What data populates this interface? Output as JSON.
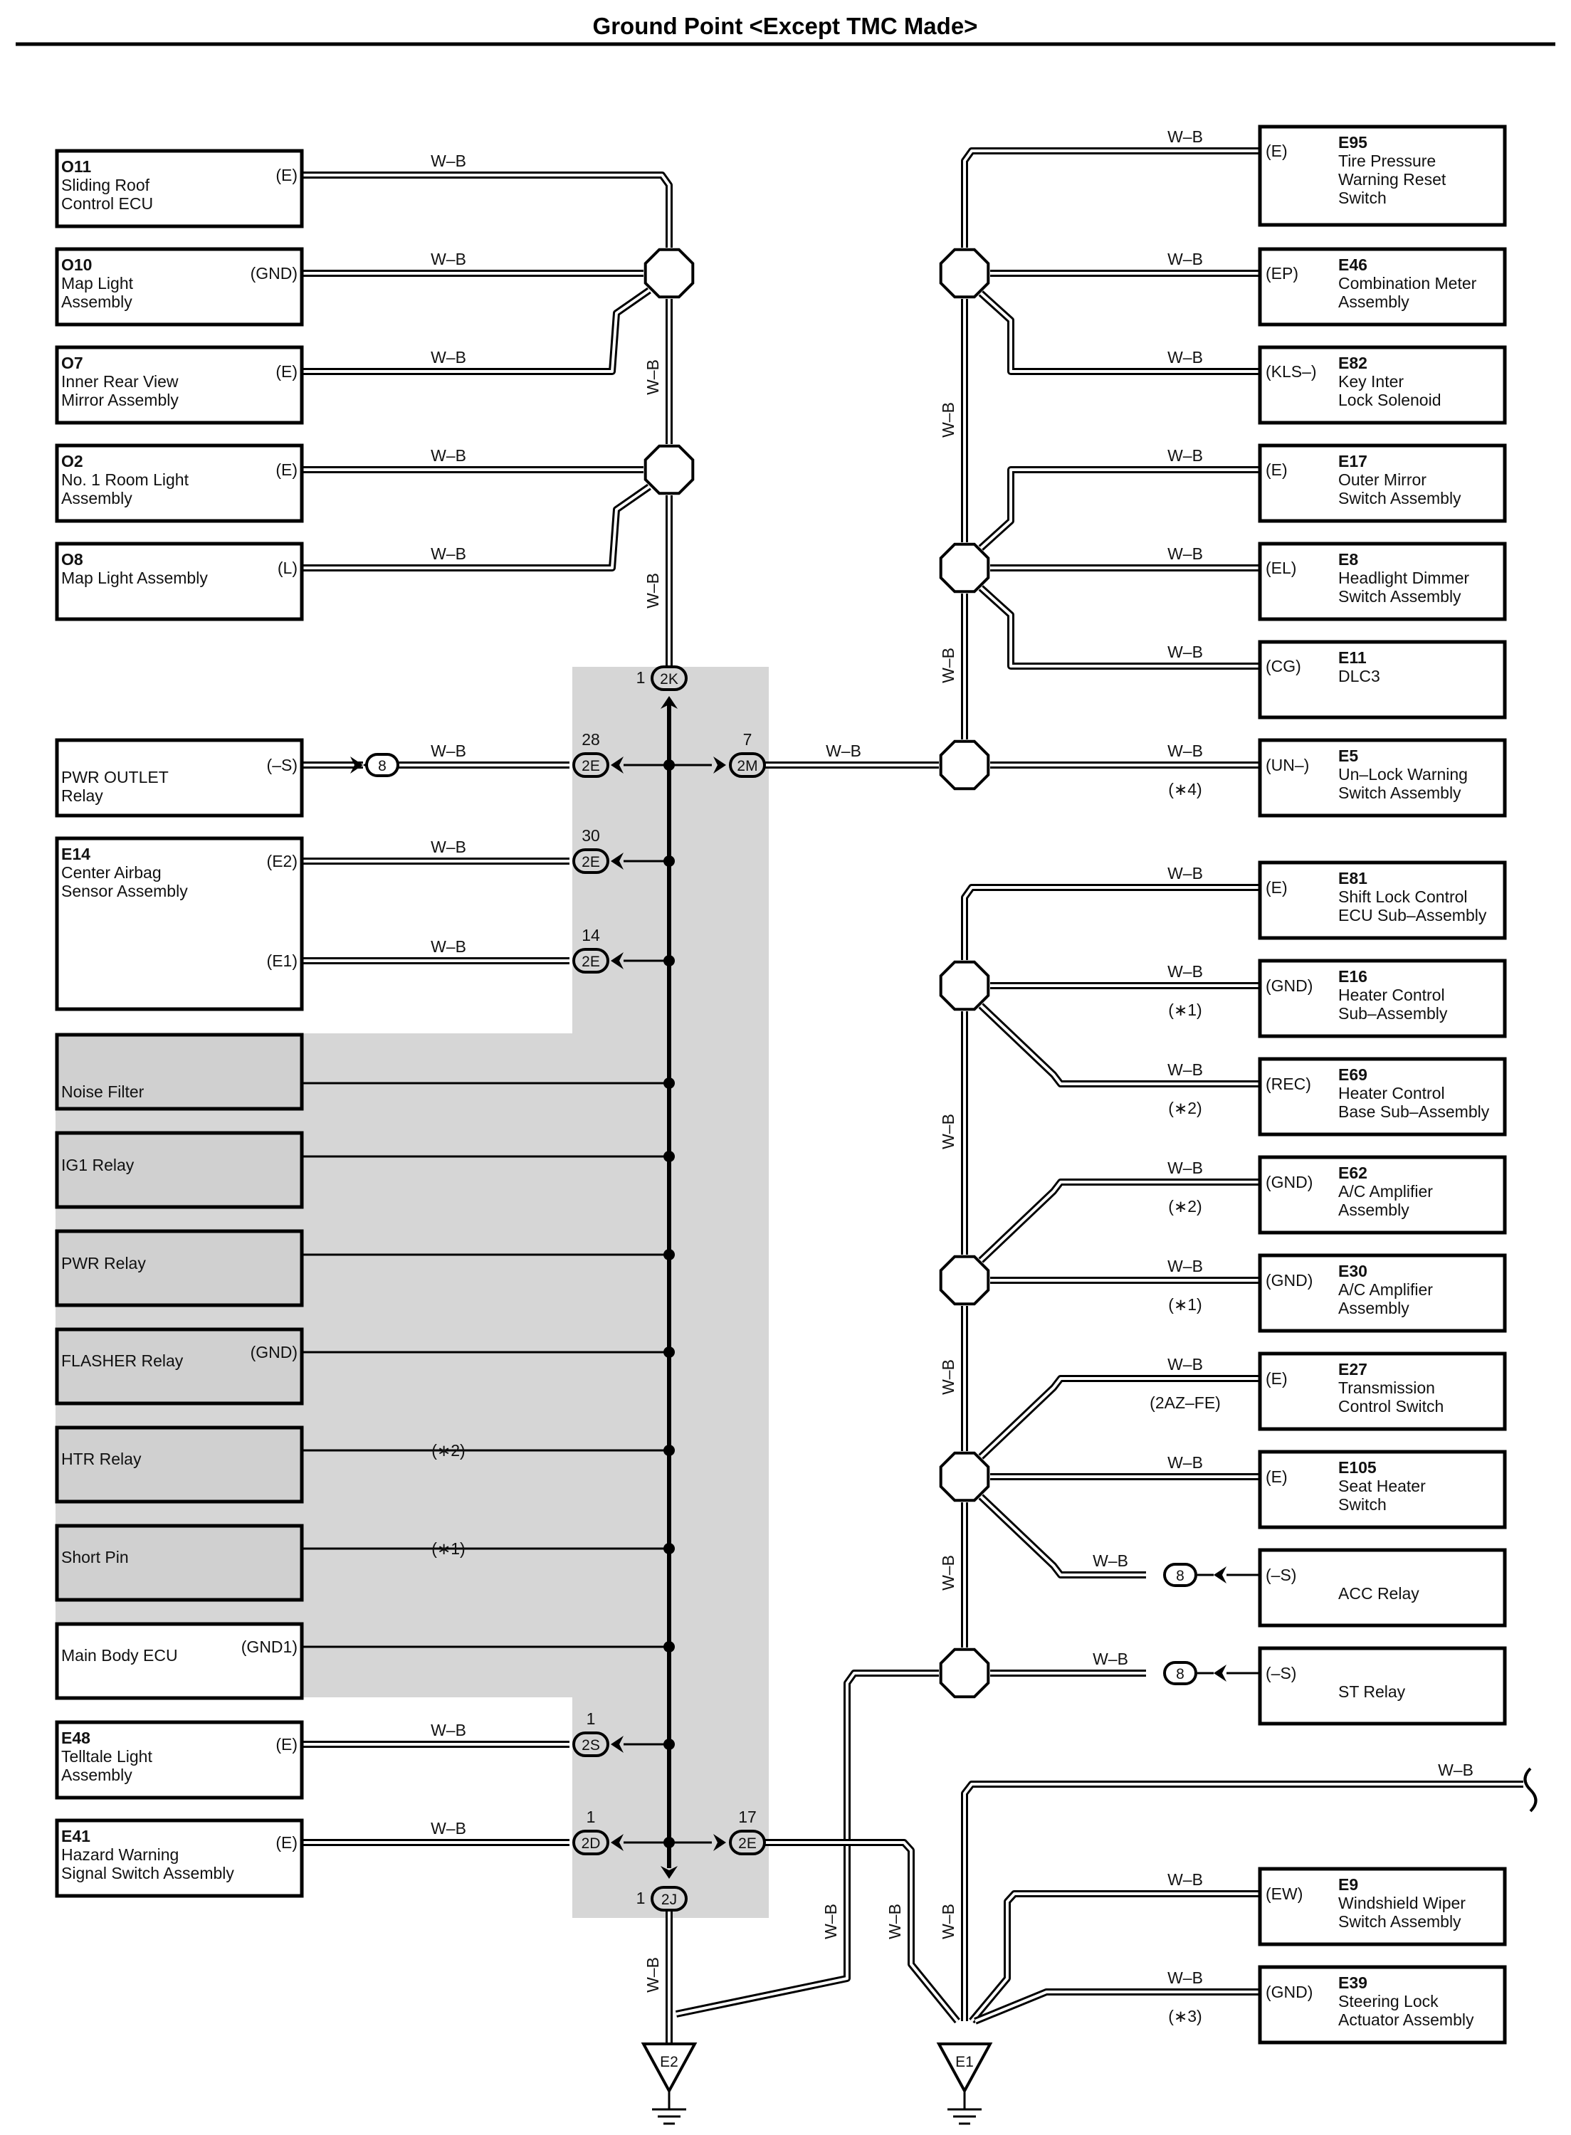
{
  "title": "Ground Point <Except TMC Made>",
  "wire_color": "W–B",
  "ground_points": [
    "E2",
    "E1"
  ],
  "junction_labels": {
    "top": {
      "pin": "1",
      "code": "2K"
    },
    "bottom": {
      "pin": "1",
      "code": "2J"
    },
    "c1": {
      "pin": "28",
      "code": "2E"
    },
    "c2": {
      "pin": "7",
      "code": "2M"
    },
    "c3": {
      "pin": "30",
      "code": "2E"
    },
    "c4": {
      "pin": "14",
      "code": "2E"
    },
    "c5": {
      "pin": "1",
      "code": "2S"
    },
    "c6": {
      "pin": "1",
      "code": "2D"
    },
    "c7": {
      "pin": "17",
      "code": "2E"
    },
    "pwr_plug": "8",
    "acc_plug": "8",
    "st_plug": "8"
  },
  "left_components": [
    {
      "code": "O11",
      "name1": "Sliding Roof",
      "name2": "Control ECU",
      "pin": "(E)"
    },
    {
      "code": "O10",
      "name1": "Map Light",
      "name2": "Assembly",
      "pin": "(GND)"
    },
    {
      "code": "O7",
      "name1": "Inner Rear View",
      "name2": "Mirror Assembly",
      "pin": "(E)"
    },
    {
      "code": "O2",
      "name1": "No. 1 Room Light",
      "name2": "Assembly",
      "pin": "(E)"
    },
    {
      "code": "O8",
      "name1": "Map Light Assembly",
      "name2": "",
      "pin": "(L)"
    },
    {
      "code": "",
      "name1": "PWR OUTLET",
      "name2": "Relay",
      "pin": "(–S)"
    },
    {
      "code": "E14",
      "name1": "Center Airbag",
      "name2": "Sensor Assembly",
      "pin": "(E2)",
      "pin2": "(E1)"
    },
    {
      "code": "",
      "name1": "Noise Filter",
      "name2": "",
      "pin": ""
    },
    {
      "code": "",
      "name1": "IG1 Relay",
      "name2": "",
      "pin": ""
    },
    {
      "code": "",
      "name1": "PWR Relay",
      "name2": "",
      "pin": ""
    },
    {
      "code": "",
      "name1": "FLASHER Relay",
      "name2": "",
      "pin": "(GND)"
    },
    {
      "code": "",
      "name1": "HTR Relay",
      "name2": "",
      "pin": "",
      "note": "(∗2)"
    },
    {
      "code": "",
      "name1": "Short Pin",
      "name2": "",
      "pin": "",
      "note": "(∗1)"
    },
    {
      "code": "",
      "name1": "Main Body ECU",
      "name2": "",
      "pin": "(GND1)"
    },
    {
      "code": "E48",
      "name1": "Telltale Light",
      "name2": "Assembly",
      "pin": "(E)"
    },
    {
      "code": "E41",
      "name1": "Hazard Warning",
      "name2": "Signal Switch Assembly",
      "pin": "(E)"
    }
  ],
  "right_components": [
    {
      "code": "E95",
      "name1": "Tire Pressure",
      "name2": "Warning Reset",
      "name3": "Switch",
      "pin": "(E)"
    },
    {
      "code": "E46",
      "name1": "Combination Meter",
      "name2": "Assembly",
      "name3": "",
      "pin": "(EP)"
    },
    {
      "code": "E82",
      "name1": "Key Inter",
      "name2": "Lock Solenoid",
      "name3": "",
      "pin": "(KLS–)"
    },
    {
      "code": "E17",
      "name1": "Outer Mirror",
      "name2": "Switch Assembly",
      "name3": "",
      "pin": "(E)"
    },
    {
      "code": "E8",
      "name1": "Headlight Dimmer",
      "name2": "Switch Assembly",
      "name3": "",
      "pin": "(EL)"
    },
    {
      "code": "E11",
      "name1": "DLC3",
      "name2": "",
      "name3": "",
      "pin": "(CG)"
    },
    {
      "code": "E5",
      "name1": "Un–Lock Warning",
      "name2": "Switch Assembly",
      "name3": "",
      "pin": "(UN–)",
      "note": "(∗4)"
    },
    {
      "code": "E81",
      "name1": "Shift Lock Control",
      "name2": "ECU Sub–Assembly",
      "name3": "",
      "pin": "(E)"
    },
    {
      "code": "E16",
      "name1": "Heater Control",
      "name2": "Sub–Assembly",
      "name3": "",
      "pin": "(GND)",
      "note": "(∗1)"
    },
    {
      "code": "E69",
      "name1": "Heater Control",
      "name2": "Base Sub–Assembly",
      "name3": "",
      "pin": "(REC)",
      "note": "(∗2)"
    },
    {
      "code": "E62",
      "name1": "A/C Amplifier",
      "name2": "Assembly",
      "name3": "",
      "pin": "(GND)",
      "note": "(∗2)"
    },
    {
      "code": "E30",
      "name1": "A/C Amplifier",
      "name2": "Assembly",
      "name3": "",
      "pin": "(GND)",
      "note": "(∗1)"
    },
    {
      "code": "E27",
      "name1": "Transmission",
      "name2": "Control Switch",
      "name3": "",
      "pin": "(E)",
      "note": "(2AZ–FE)"
    },
    {
      "code": "E105",
      "name1": "Seat Heater",
      "name2": "Switch",
      "name3": "",
      "pin": "(E)"
    },
    {
      "code": "",
      "name1": "ACC Relay",
      "name2": "",
      "name3": "",
      "pin": "(–S)"
    },
    {
      "code": "",
      "name1": "ST Relay",
      "name2": "",
      "name3": "",
      "pin": "(–S)"
    },
    {
      "code": "E9",
      "name1": "Windshield Wiper",
      "name2": "Switch Assembly",
      "name3": "",
      "pin": "(EW)"
    },
    {
      "code": "E39",
      "name1": "Steering Lock",
      "name2": "Actuator Assembly",
      "name3": "",
      "pin": "(GND)",
      "note": "(∗3)"
    }
  ],
  "colors": {
    "line": "#000000",
    "shade": "#d6d6d6",
    "gray_box": "#d0d0d0"
  }
}
